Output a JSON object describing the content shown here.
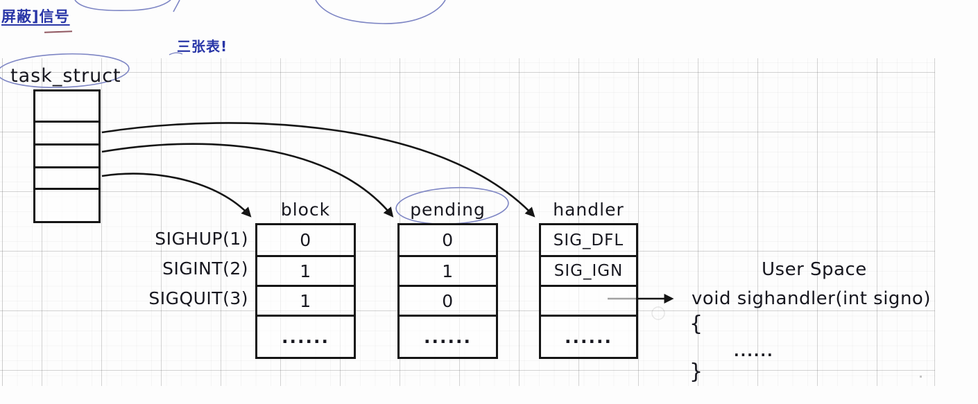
{
  "annotations": {
    "blocked_signal_note": "屏蔽]信号",
    "three_tables_note": "三张表!"
  },
  "task_struct": {
    "label": "task_struct",
    "row_count": 5
  },
  "signal_row_labels": [
    "SIGHUP(1)",
    "SIGINT(2)",
    "SIGQUIT(3)"
  ],
  "tables": {
    "block": {
      "title": "block",
      "values": [
        "0",
        "1",
        "1",
        "......"
      ]
    },
    "pending": {
      "title": "pending",
      "values": [
        "0",
        "1",
        "0",
        "......"
      ]
    },
    "handler": {
      "title": "handler",
      "values": [
        "SIG_DFL",
        "SIG_IGN",
        "",
        "......"
      ]
    }
  },
  "user_space": {
    "title": "User Space",
    "signature": "void sighandler(int signo)",
    "open_brace": "{",
    "body": "......",
    "close_brace": "}"
  },
  "colors": {
    "annotation_blue": "#2936a7",
    "sketch_blue": "#7d85c4",
    "ink": "#151515",
    "grid_gray": "#c8c8c8"
  }
}
